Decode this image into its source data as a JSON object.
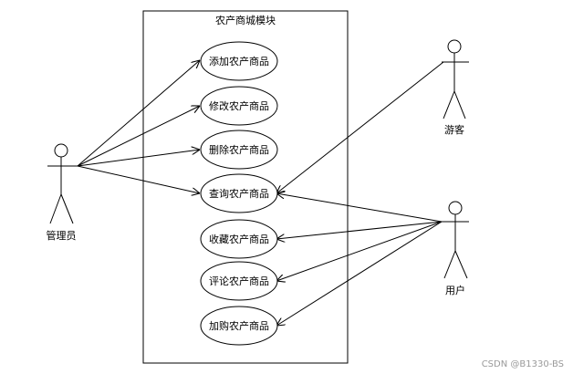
{
  "system": {
    "title": "农产商城模块"
  },
  "actors": {
    "admin": "管理员",
    "guest": "游客",
    "user": "用户"
  },
  "use_cases": [
    "添加农产商品",
    "修改农产商品",
    "删除农产商品",
    "查询农产商品",
    "收藏农产商品",
    "评论农产商品",
    "加购农产商品"
  ],
  "watermark": "CSDN @B1330-BS"
}
